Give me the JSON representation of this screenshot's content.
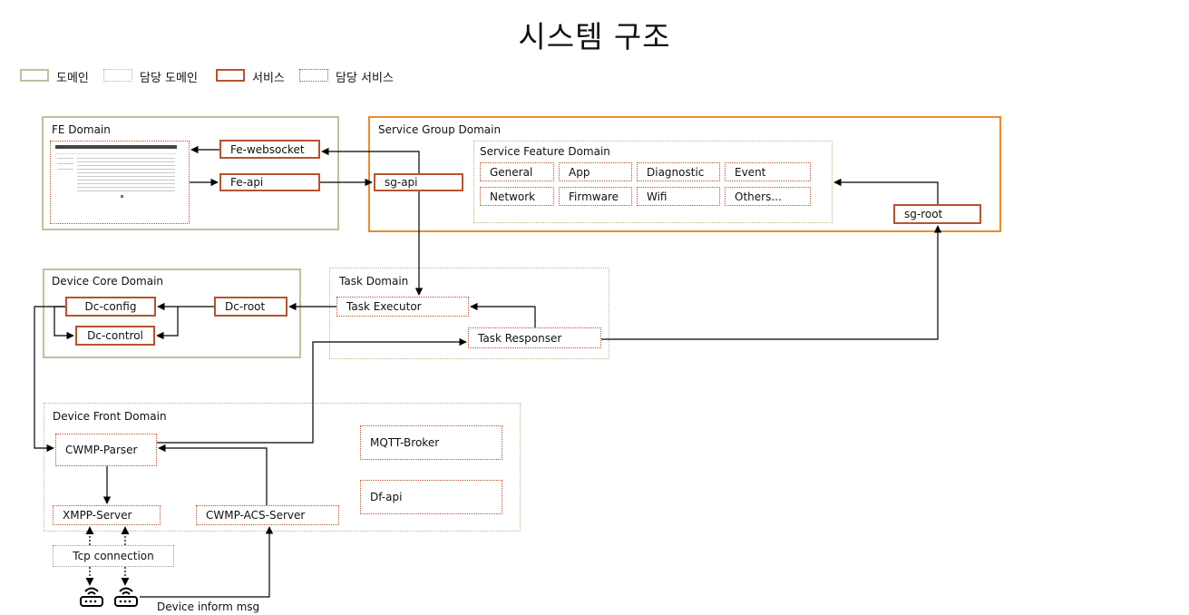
{
  "title": "시스템 구조",
  "legend": {
    "domain": "도메인",
    "assigned_domain": "담당 도메인",
    "service": "서비스",
    "assigned_service": "담당 서비스"
  },
  "domains": {
    "fe": "FE Domain",
    "service_group": "Service Group Domain",
    "service_feature": "Service Feature Domain",
    "device_core": "Device Core Domain",
    "task": "Task Domain",
    "device_front": "Device Front Domain"
  },
  "services": {
    "fe_websocket": "Fe-websocket",
    "fe_api": "Fe-api",
    "sg_api": "sg-api",
    "sg_root": "sg-root",
    "general": "General",
    "app": "App",
    "diagnostic": "Diagnostic",
    "event": "Event",
    "network": "Network",
    "firmware": "Firmware",
    "wifi": "Wifi",
    "others": "Others...",
    "dc_config": "Dc-config",
    "dc_control": "Dc-control",
    "dc_root": "Dc-root",
    "task_executor": "Task Executor",
    "task_responser": "Task Responser",
    "cwmp_parser": "CWMP-Parser",
    "mqtt_broker": "MQTT-Broker",
    "df_api": "Df-api",
    "xmpp_server": "XMPP-Server",
    "cwmp_acs_server": "CWMP-ACS-Server",
    "tcp_connection": "Tcp connection"
  },
  "annotations": {
    "device_inform_msg": "Device inform msg"
  },
  "icons": {
    "router": "router-icon",
    "screenshot": "ui-screenshot-thumbnail"
  },
  "colors": {
    "domain_border": "#c3bf9c",
    "assigned_domain_border": "#b5ba86",
    "service_group_border": "#ee8a2a",
    "service_border": "#b8532f",
    "arrow": "#000000"
  }
}
